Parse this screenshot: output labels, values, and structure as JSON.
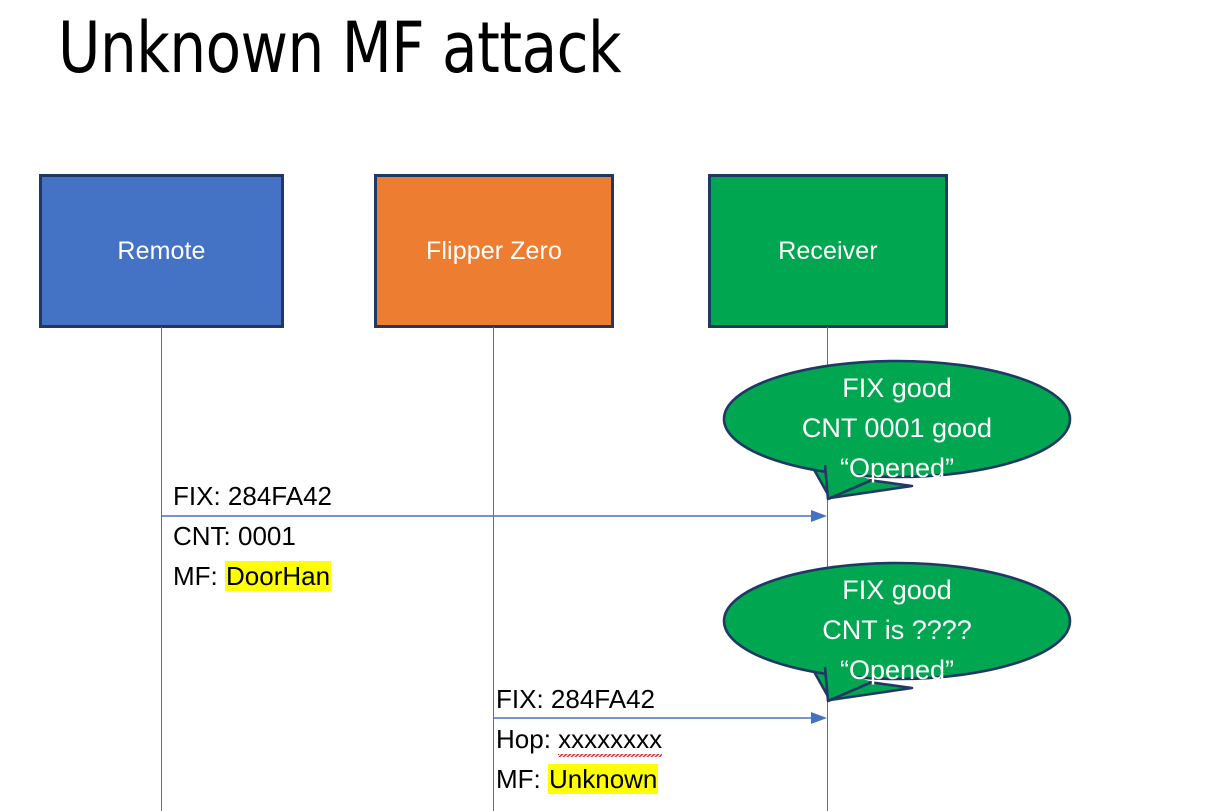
{
  "slide": {
    "title": "Unknown MF attack",
    "background_color": "#FFFFFF"
  },
  "colors": {
    "remote_box": "#4472C4",
    "flipper_box": "#ED7D31",
    "receiver_box": "#00A650",
    "box_border": "#1F3864",
    "lifeline": "#4472C4",
    "arrow": "#4472C4",
    "callout_fill": "#00A650",
    "callout_border": "#1F3864",
    "highlight": "#FFFF00",
    "spellcheck_underline": "#E03030",
    "text_dark": "#000000",
    "text_light": "#FFFFFF"
  },
  "actors": [
    {
      "id": "remote",
      "label": "Remote"
    },
    {
      "id": "flipper",
      "label": "Flipper Zero"
    },
    {
      "id": "receiver",
      "label": "Receiver"
    }
  ],
  "messages": [
    {
      "id": "msg-1",
      "from": "remote",
      "to": "receiver",
      "lines": [
        {
          "label": "FIX: ",
          "value": "284FA42",
          "highlight": false,
          "spellcheck_error": false
        },
        {
          "label": "CNT: ",
          "value": "0001",
          "highlight": false,
          "spellcheck_error": false
        },
        {
          "label": "MF: ",
          "value": "DoorHan",
          "highlight": true,
          "spellcheck_error": true
        }
      ]
    },
    {
      "id": "msg-2",
      "from": "flipper",
      "to": "receiver",
      "lines": [
        {
          "label": "FIX: ",
          "value": "284FA42",
          "highlight": false,
          "spellcheck_error": false
        },
        {
          "label": "Hop: ",
          "value": "xxxxxxxx",
          "highlight": false,
          "spellcheck_error": true
        },
        {
          "label": "MF: ",
          "value": "Unknown",
          "highlight": true,
          "spellcheck_error": false
        }
      ]
    }
  ],
  "callouts": [
    {
      "id": "callout-1",
      "attached_to": "msg-1",
      "lines": [
        "FIX good",
        "CNT 0001 good",
        "“Opened”"
      ]
    },
    {
      "id": "callout-2",
      "attached_to": "msg-2",
      "lines": [
        "FIX good",
        "CNT is ????",
        "“Opened”"
      ]
    }
  ]
}
